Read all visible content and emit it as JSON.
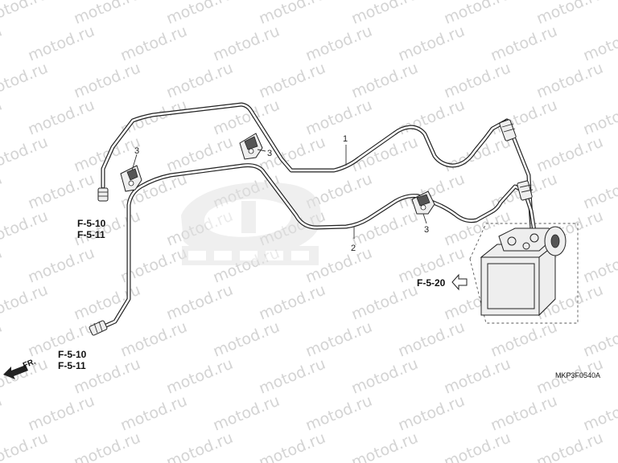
{
  "watermark": {
    "text": "motod.ru"
  },
  "callouts": {
    "pipe_1": "1",
    "pipe_2": "2",
    "clamp_a": "3",
    "clamp_b": "3",
    "clamp_c": "3"
  },
  "refs": {
    "top_left_line1": "F-5-10",
    "top_left_line2": "F-5-11",
    "bottom_left_line1": "F-5-10",
    "bottom_left_line2": "F-5-11",
    "modulator": "F-5-20"
  },
  "front_marker": "FR.",
  "diagram_code": "MKP3F0540A",
  "colors": {
    "line": "#222222",
    "watermark": "#d4d4d4",
    "logo": "#e2e2e2"
  }
}
